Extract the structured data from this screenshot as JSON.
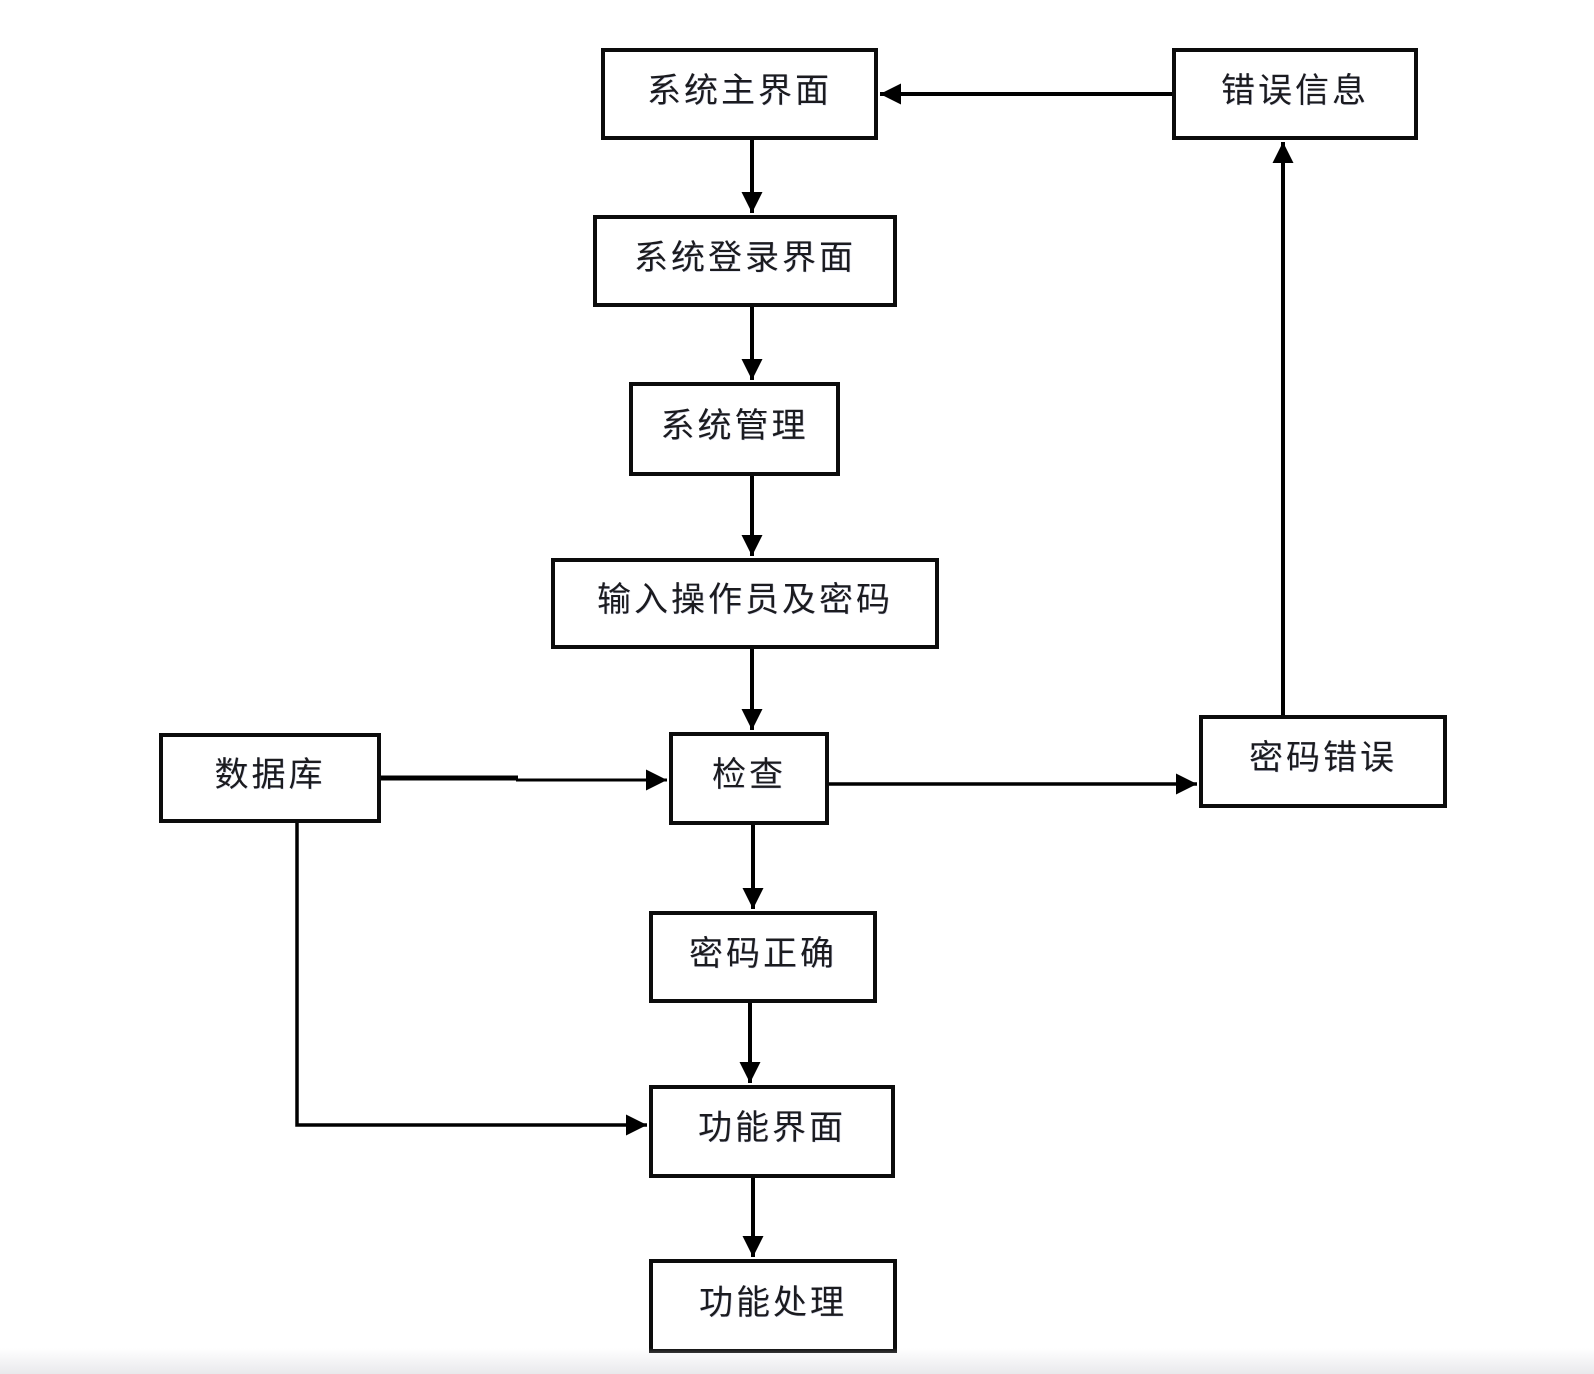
{
  "diagram": {
    "kind": "flowchart",
    "nodes": [
      {
        "id": "main",
        "label": "系统主界面"
      },
      {
        "id": "error_info",
        "label": "错误信息"
      },
      {
        "id": "login",
        "label": "系统登录界面"
      },
      {
        "id": "sys_mgmt",
        "label": "系统管理"
      },
      {
        "id": "input_op",
        "label": "输入操作员及密码"
      },
      {
        "id": "database",
        "label": "数据库"
      },
      {
        "id": "check",
        "label": "检查"
      },
      {
        "id": "pwd_wrong",
        "label": "密码错误"
      },
      {
        "id": "pwd_correct",
        "label": "密码正确"
      },
      {
        "id": "func_ui",
        "label": "功能界面"
      },
      {
        "id": "func_proc",
        "label": "功能处理"
      }
    ],
    "edges": [
      {
        "from": "main",
        "to": "login",
        "direction": "down"
      },
      {
        "from": "login",
        "to": "sys_mgmt",
        "direction": "down"
      },
      {
        "from": "sys_mgmt",
        "to": "input_op",
        "direction": "down"
      },
      {
        "from": "input_op",
        "to": "check",
        "direction": "down"
      },
      {
        "from": "database",
        "to": "check",
        "direction": "right"
      },
      {
        "from": "check",
        "to": "pwd_wrong",
        "direction": "right"
      },
      {
        "from": "pwd_wrong",
        "to": "error_info",
        "direction": "up"
      },
      {
        "from": "error_info",
        "to": "main",
        "direction": "left"
      },
      {
        "from": "check",
        "to": "pwd_correct",
        "direction": "down"
      },
      {
        "from": "pwd_correct",
        "to": "func_ui",
        "direction": "down"
      },
      {
        "from": "database",
        "to": "func_ui",
        "direction": "down-right"
      },
      {
        "from": "func_ui",
        "to": "func_proc",
        "direction": "down"
      }
    ],
    "colors": {
      "background": "#ffffff",
      "box_border": "#0c0c0c",
      "line": "#000000",
      "text": "#1b1b1f"
    }
  }
}
